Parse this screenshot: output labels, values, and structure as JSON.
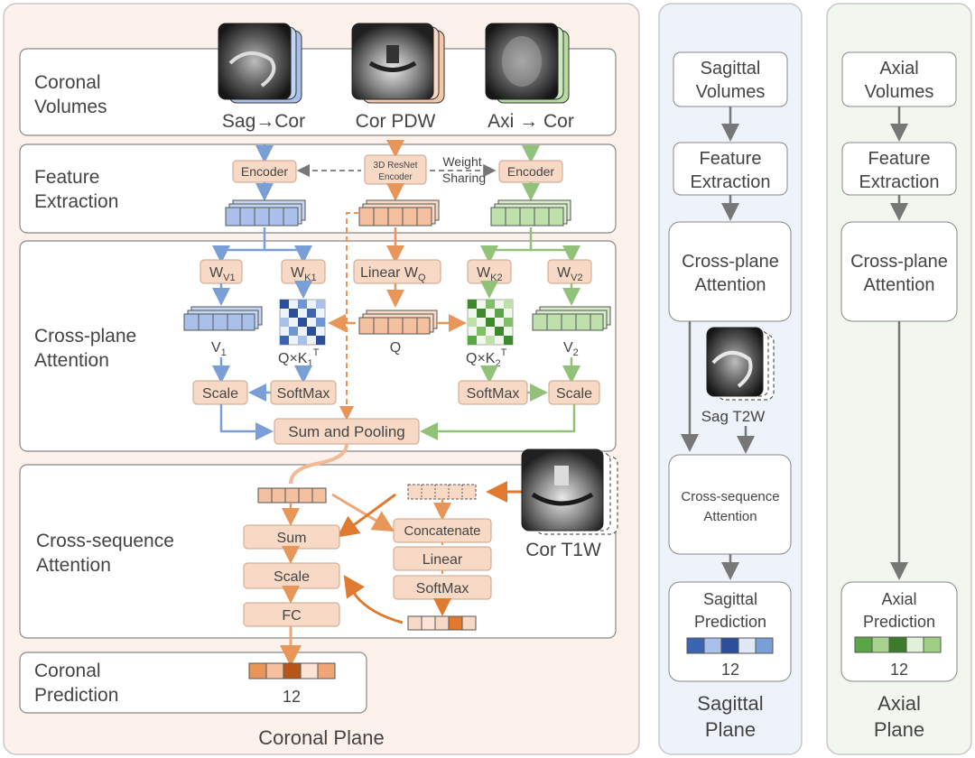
{
  "coronal": {
    "plane_label": "Coronal Plane",
    "volumes": {
      "line1": "Coronal",
      "line2": "Volumes"
    },
    "inputs": {
      "sag": "Sag→Cor",
      "cor": "Cor PDW",
      "axi": "Axi → Cor"
    },
    "feature": {
      "line1": "Feature",
      "line2": "Extraction",
      "encoder": "Encoder",
      "resnet_line1": "3D ResNet",
      "resnet_line2": "Encoder",
      "weight_line1": "Weight",
      "weight_line2": "Sharing"
    },
    "cross_plane": {
      "line1": "Cross-plane",
      "line2": "Attention",
      "wv1": "W",
      "wv1_sub": "V1",
      "wk1": "W",
      "wk1_sub": "K1",
      "linear": "Linear W",
      "linear_sub": "Q",
      "wk2": "W",
      "wk2_sub": "K2",
      "wv2": "W",
      "wv2_sub": "V2",
      "v1": "V",
      "v1_sub": "1",
      "qk1": "Q×K",
      "qk1_sub": "1",
      "qk1_sup": "T",
      "q": "Q",
      "qk2": "Q×K",
      "qk2_sub": "2",
      "qk2_sup": "T",
      "v2": "V",
      "v2_sub": "2",
      "scale": "Scale",
      "softmax": "SoftMax",
      "sum_pool": "Sum and Pooling"
    },
    "cross_seq": {
      "line1": "Cross-sequence",
      "line2": "Attention",
      "sum": "Sum",
      "scale": "Scale",
      "fc": "FC",
      "concat": "Concatenate",
      "linear": "Linear",
      "softmax": "SoftMax",
      "t1w": "Cor T1W"
    },
    "prediction": {
      "line1": "Coronal",
      "line2": "Prediction",
      "count": "12"
    }
  },
  "sagittal": {
    "plane_line1": "Sagittal",
    "plane_line2": "Plane",
    "volumes_line1": "Sagittal",
    "volumes_line2": "Volumes",
    "feature_line1": "Feature",
    "feature_line2": "Extraction",
    "cp_line1": "Cross-plane",
    "cp_line2": "Attention",
    "t2w": "Sag T2W",
    "cs_line1": "Cross-sequence",
    "cs_line2": "Attention",
    "pred_line1": "Sagittal",
    "pred_line2": "Prediction",
    "count": "12"
  },
  "axial": {
    "plane_line1": "Axial",
    "plane_line2": "Plane",
    "volumes_line1": "Axial",
    "volumes_line2": "Volumes",
    "feature_line1": "Feature",
    "feature_line2": "Extraction",
    "cp_line1": "Cross-plane",
    "cp_line2": "Attention",
    "pred_line1": "Axial",
    "pred_line2": "Prediction",
    "count": "12"
  },
  "colors": {
    "blue": "#7a9fd6",
    "green": "#92c27a",
    "orange": "#e8955a",
    "dark_orange": "#e07a30",
    "panel_coronal": "#fdf1ec",
    "panel_sagittal": "#eef2fb",
    "panel_axial": "#f1f6ee",
    "box_fill": "#f8d9c5"
  }
}
